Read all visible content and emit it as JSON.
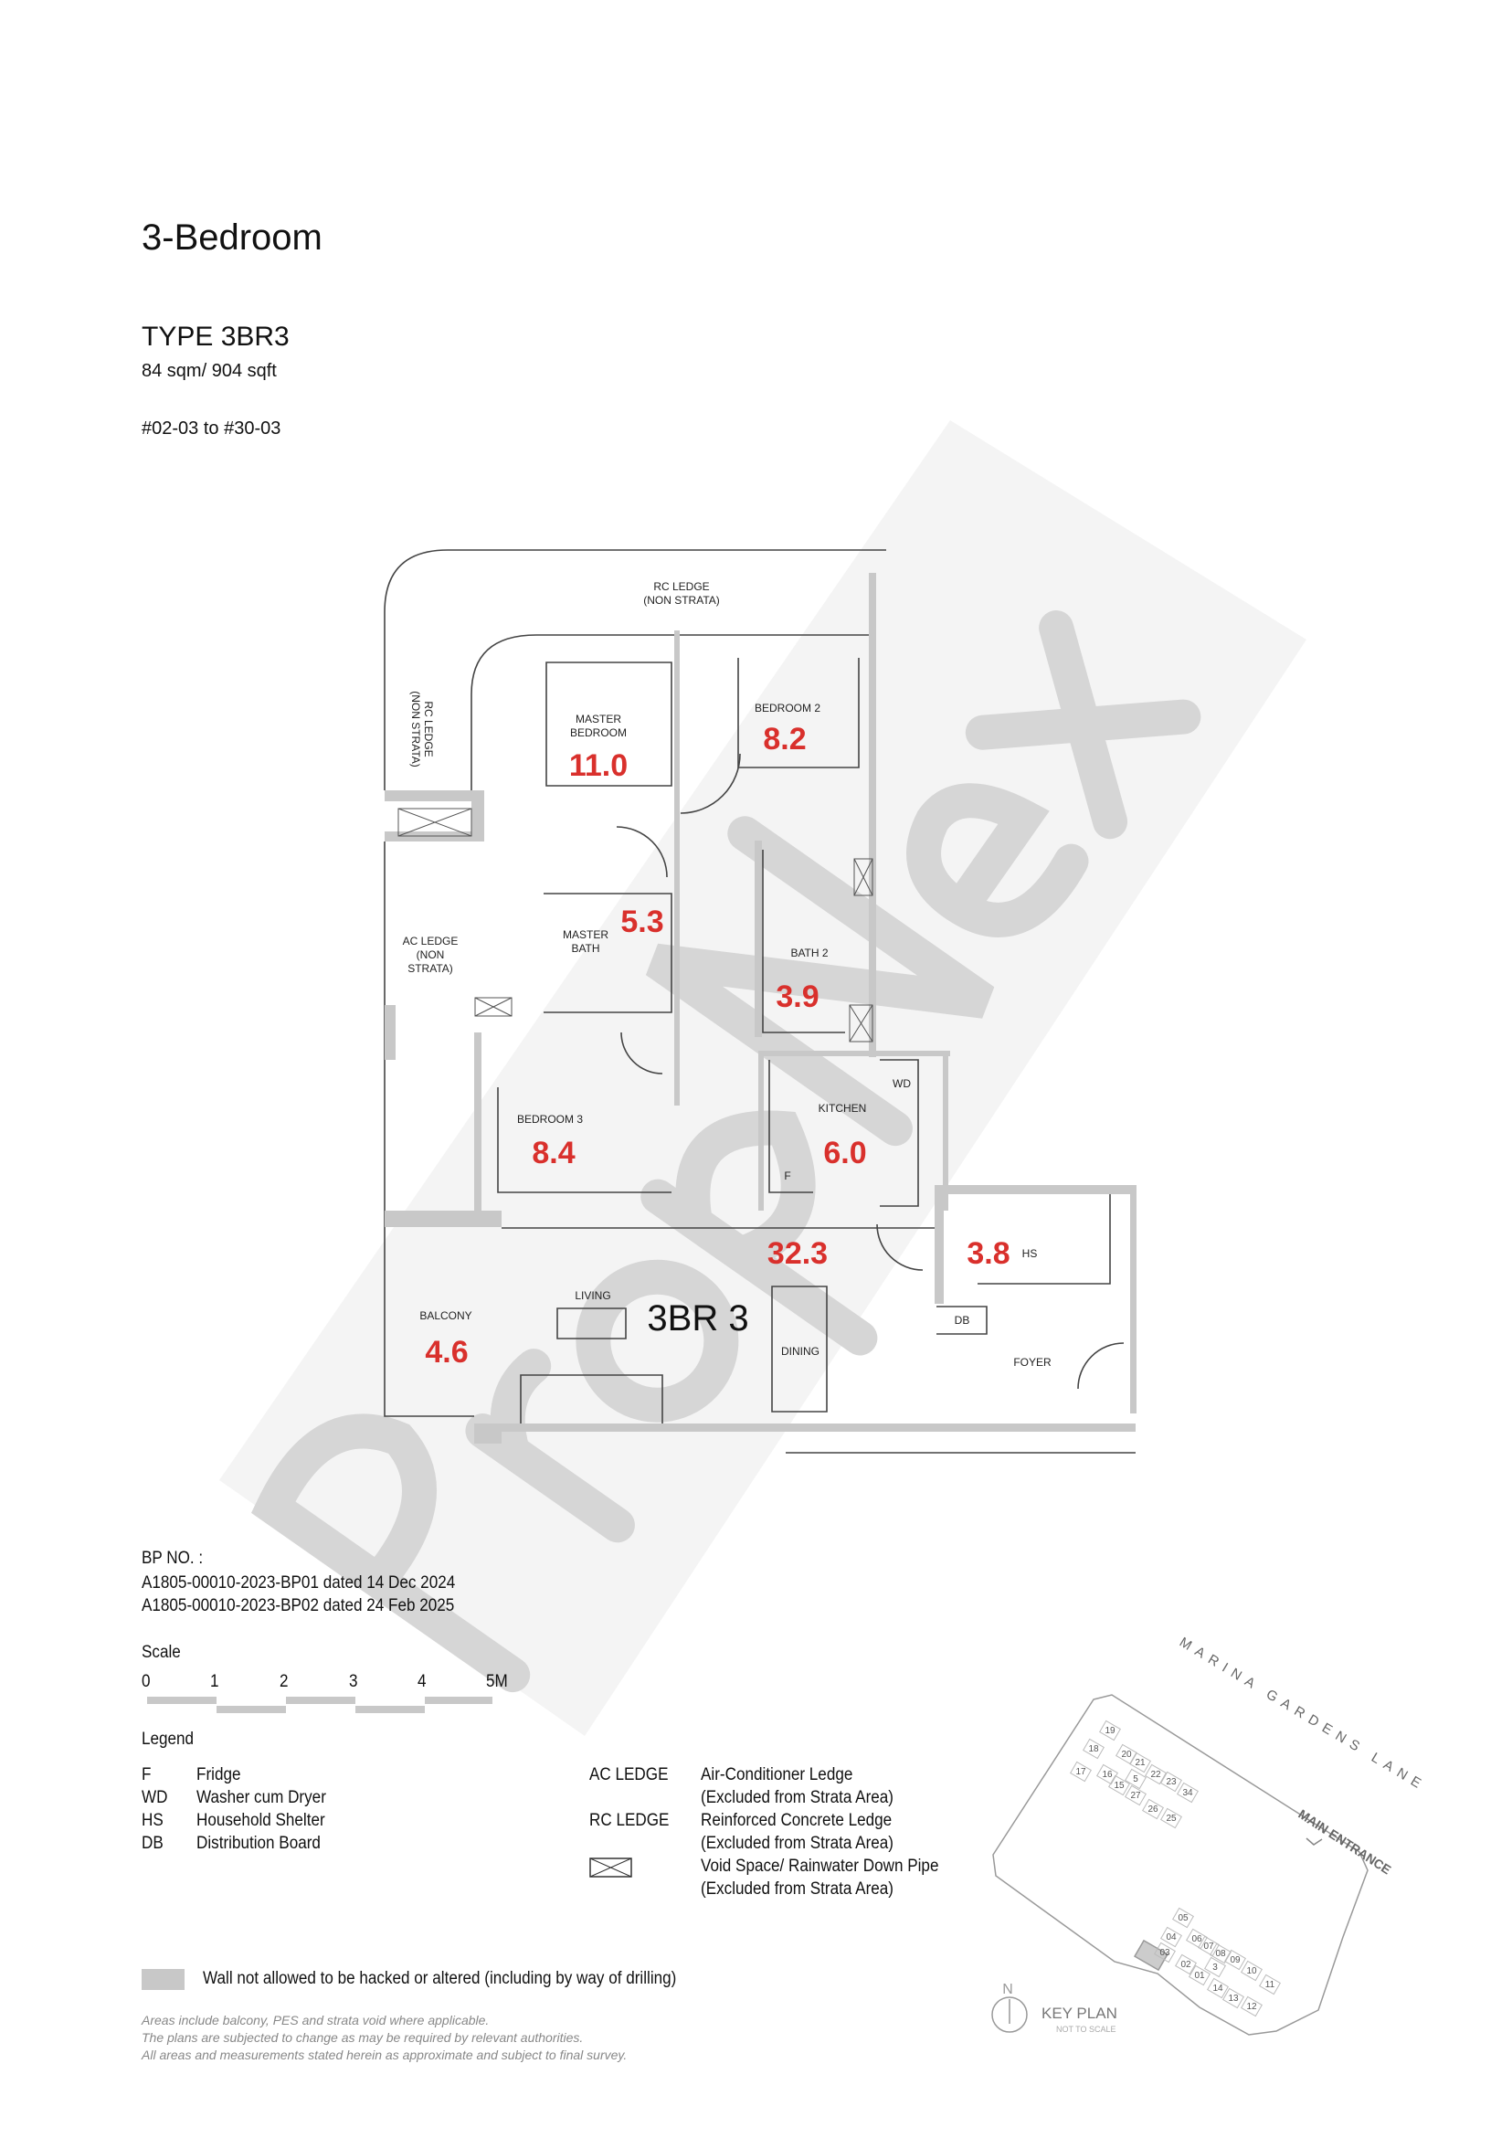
{
  "header": {
    "title": "3-Bedroom",
    "unit_type": "TYPE 3BR3",
    "area": "84 sqm/ 904 sqft",
    "units": "#02-03 to #30-03"
  },
  "plan": {
    "unit_label": "3BR 3",
    "rooms": [
      {
        "name": "MASTER BEDROOM",
        "area": "11.0"
      },
      {
        "name": "BEDROOM 2",
        "area": "8.2"
      },
      {
        "name": "MASTER BATH",
        "area": "5.3"
      },
      {
        "name": "BATH 2",
        "area": "3.9"
      },
      {
        "name": "KITCHEN",
        "area": "6.0"
      },
      {
        "name": "BEDROOM 3",
        "area": "8.4"
      },
      {
        "name": "LIVING / DINING",
        "area": "32.3"
      },
      {
        "name": "HS",
        "area": "3.8"
      },
      {
        "name": "BALCONY",
        "area": "4.6"
      }
    ],
    "labels": {
      "rc_ledge_top": "RC LEDGE",
      "rc_ledge_top_sub": "(NON STRATA)",
      "rc_ledge_left": "RC LEDGE",
      "rc_ledge_left_sub": "(NON STRATA)",
      "ac_ledge": "AC LEDGE",
      "ac_ledge_sub1": "(NON",
      "ac_ledge_sub2": "STRATA)",
      "master_bedroom_1": "MASTER",
      "master_bedroom_2": "BEDROOM",
      "bedroom2": "BEDROOM 2",
      "master_bath_1": "MASTER",
      "master_bath_2": "BATH",
      "bath2": "BATH 2",
      "kitchen": "KITCHEN",
      "wd": "WD",
      "f": "F",
      "bedroom3": "BEDROOM 3",
      "hs": "HS",
      "living": "LIVING",
      "dining": "DINING",
      "balcony": "BALCONY",
      "db": "DB",
      "foyer": "FOYER"
    },
    "area_color": "#d9302c",
    "wall_color": "#c8c8c8"
  },
  "bp": {
    "heading": "BP NO. :",
    "lines": [
      "A1805-00010-2023-BP01 dated 14 Dec 2024",
      "A1805-00010-2023-BP02 dated 24 Feb 2025"
    ]
  },
  "scale": {
    "heading": "Scale",
    "ticks": [
      "0",
      "1",
      "2",
      "3",
      "4",
      "5M"
    ]
  },
  "legend": {
    "heading": "Legend",
    "abbreviations": [
      {
        "code": "F",
        "meaning": "Fridge"
      },
      {
        "code": "WD",
        "meaning": "Washer cum Dryer"
      },
      {
        "code": "HS",
        "meaning": "Household Shelter"
      },
      {
        "code": "DB",
        "meaning": "Distribution Board"
      }
    ],
    "ledges": [
      {
        "code": "AC LEDGE",
        "meaning": "Air-Conditioner Ledge",
        "note": "(Excluded from Strata Area)"
      },
      {
        "code": "RC LEDGE",
        "meaning": "Reinforced Concrete Ledge",
        "note": "(Excluded from Strata Area)"
      }
    ],
    "void": {
      "icon": "void-cross-box-icon",
      "meaning": "Void Space/ Rainwater Down Pipe",
      "note": "(Excluded from Strata Area)"
    },
    "wall_note": "Wall not allowed to be hacked or altered (including by way of drilling)"
  },
  "notes": [
    "Areas include balcony, PES and strata void where applicable.",
    "The plans are subjected to change as may be required by relevant authorities.",
    "All areas and measurements stated herein as approximate and subject to final survey."
  ],
  "key_plan": {
    "title": "KEY PLAN",
    "subtitle": "NOT TO SCALE",
    "north": "N",
    "street": "MARINA GARDENS LANE",
    "entrance": "MAIN ENTRANCE",
    "highlighted_unit": "03",
    "blocks": [
      "19",
      "18",
      "17",
      "20",
      "21",
      "16",
      "5",
      "22",
      "23",
      "15",
      "34",
      "27",
      "26",
      "25",
      "05",
      "04",
      "03",
      "06",
      "07",
      "08",
      "09",
      "02",
      "3",
      "01",
      "10",
      "11",
      "14",
      "13",
      "12"
    ]
  },
  "watermark": "PropNex"
}
